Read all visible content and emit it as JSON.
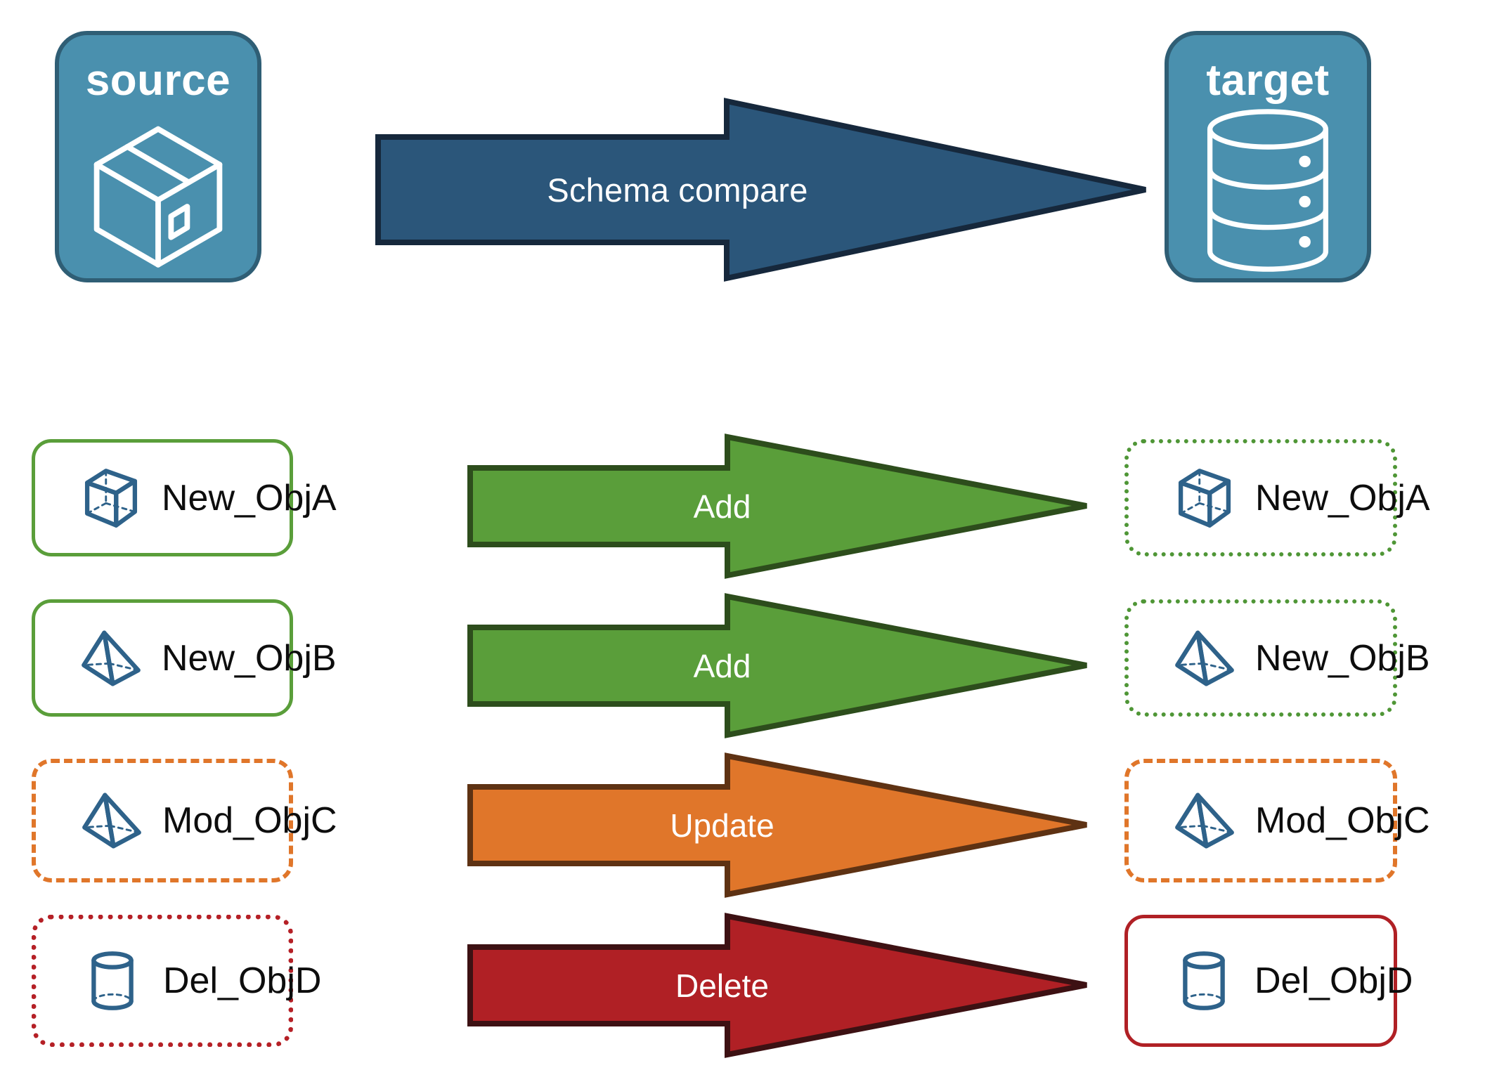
{
  "diagram": {
    "title_source": "source",
    "title_target": "target",
    "main_arrow_label": "Schema compare"
  },
  "colors": {
    "panel_fill": "#4a90ae",
    "panel_border": "#2f5e75",
    "main_arrow_fill": "#2b567a",
    "main_arrow_border": "#16283c",
    "add_fill": "#5a9e3a",
    "add_border": "#2d4d1c",
    "update_fill": "#e0762a",
    "update_border": "#5e3213",
    "delete_fill": "#b02025",
    "delete_border": "#3d1113",
    "icon_stroke": "#2e628a",
    "label_text": "#0d0d0d"
  },
  "endpoints": [
    {
      "name": "source",
      "label": "source",
      "icon": "package-box-icon"
    },
    {
      "name": "target",
      "label": "target",
      "icon": "database-cylinder-icon"
    }
  ],
  "rows": [
    {
      "source_label": "New_ObjA",
      "target_label": "New_ObjA",
      "action_label": "Add",
      "action": "add",
      "icon": "wireframe-cube-icon",
      "source_border_style": "solid-green",
      "target_border_style": "dotted-green"
    },
    {
      "source_label": "New_ObjB",
      "target_label": "New_ObjB",
      "action_label": "Add",
      "action": "add",
      "icon": "wireframe-pyramid-icon",
      "source_border_style": "solid-green",
      "target_border_style": "dotted-green"
    },
    {
      "source_label": "Mod_ObjC",
      "target_label": "Mod_ObjC",
      "action_label": "Update",
      "action": "update",
      "icon": "wireframe-pyramid-icon",
      "source_border_style": "dashed-orange",
      "target_border_style": "dashed-orange"
    },
    {
      "source_label": "Del_ObjD",
      "target_label": "Del_ObjD",
      "action_label": "Delete",
      "action": "delete",
      "icon": "wireframe-cylinder-icon",
      "source_border_style": "dotted-red",
      "target_border_style": "solid-red"
    }
  ]
}
